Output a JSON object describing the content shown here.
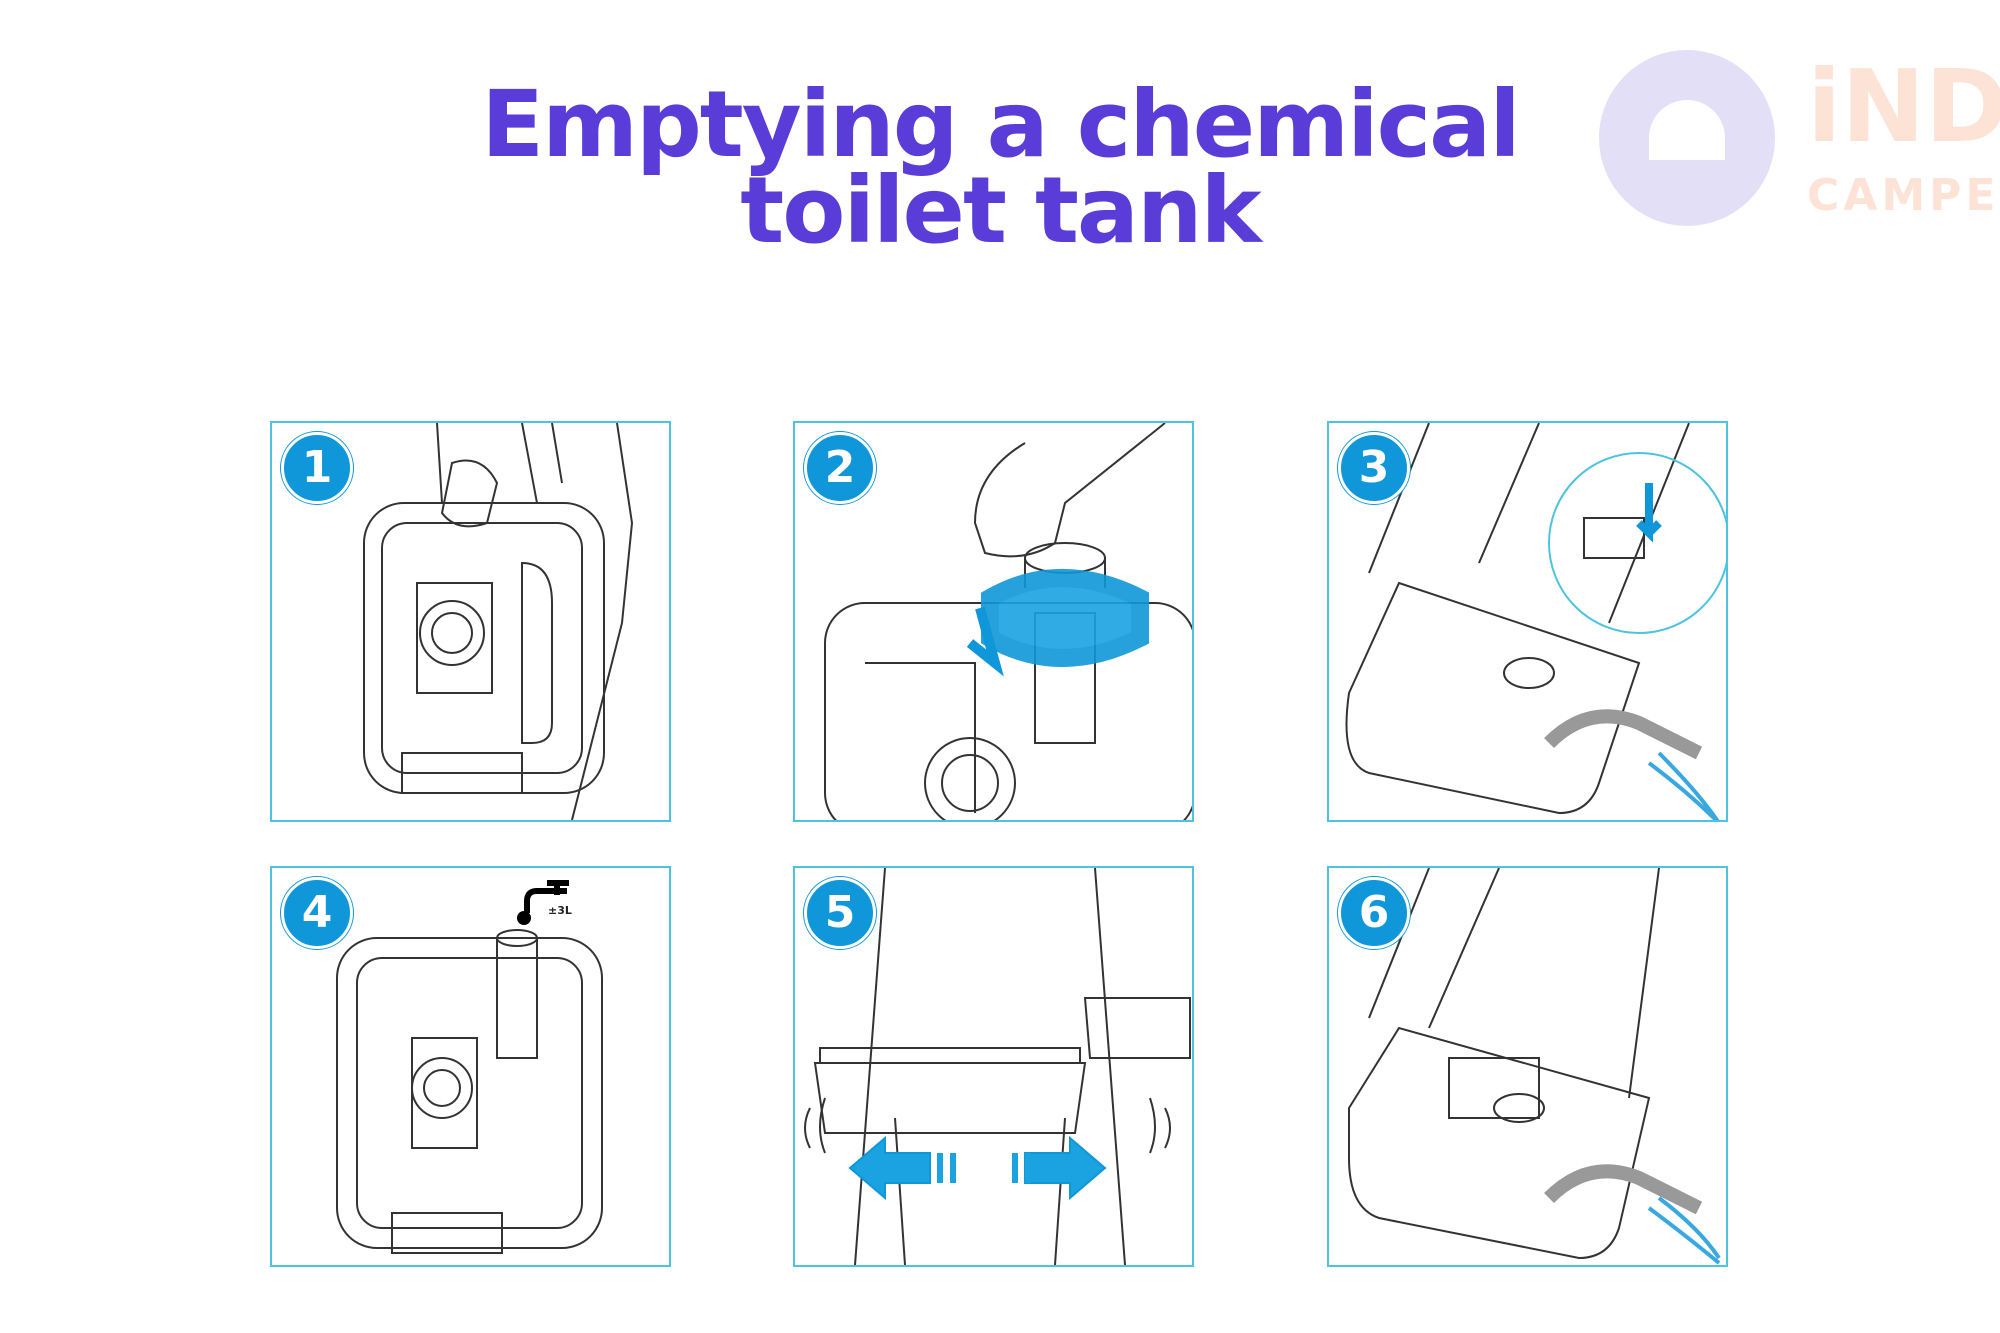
{
  "title": {
    "line1": "Emptying a chemical",
    "line2": "toilet tank"
  },
  "logo": {
    "brand": "iND",
    "sub": "CAMPER"
  },
  "steps": [
    {
      "number": "1"
    },
    {
      "number": "2"
    },
    {
      "number": "3"
    },
    {
      "number": "4",
      "note": "±3L"
    },
    {
      "number": "5"
    },
    {
      "number": "6"
    }
  ],
  "colors": {
    "title": "#5a3dd8",
    "accent": "#0f97d9",
    "frame": "#4ec3df"
  }
}
